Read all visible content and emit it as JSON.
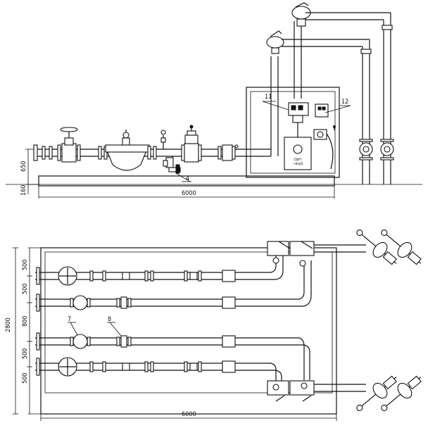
{
  "elevation": {
    "dims": {
      "overall_length": "6000",
      "height_650": "650",
      "height_160": "160"
    },
    "callouts": {
      "n11": "11",
      "n12": "12",
      "n4": "4"
    },
    "cabinet_text": {
      "line1": "可燃气",
      "line2": "一体化柜"
    }
  },
  "plan": {
    "dims": {
      "overall_width": "2800",
      "overall_length": "6000",
      "s1": "500",
      "s2": "500",
      "s3": "800",
      "s4": "500",
      "s5": "500"
    },
    "callouts": {
      "n7": "7",
      "n8": "8"
    }
  }
}
